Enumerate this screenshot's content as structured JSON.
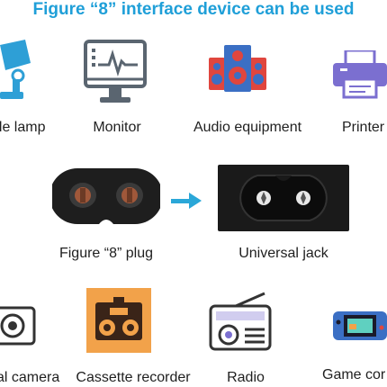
{
  "title": "Figure “8” interface device can be used",
  "row1": {
    "table_lamp": "ble lamp",
    "monitor": "Monitor",
    "audio": "Audio equipment",
    "printer": "Printer"
  },
  "row2": {
    "plug": "Figure “8” plug",
    "jack": "Universal jack"
  },
  "row3": {
    "camera": "al camera",
    "cassette": "Cassette recorder",
    "radio": "Radio",
    "game": "Game cor"
  },
  "colors": {
    "title": "#1f9fd8",
    "icon_blue": "#2e9fd6",
    "monitor_gray": "#5a6570",
    "speaker_red": "#e0463e",
    "speaker_blue": "#3b6fc4",
    "printer_purple": "#7b6fd0",
    "cassette_orange": "#f2a24a",
    "arrow": "#2aa7d8",
    "plug_black": "#1e1e1e"
  }
}
